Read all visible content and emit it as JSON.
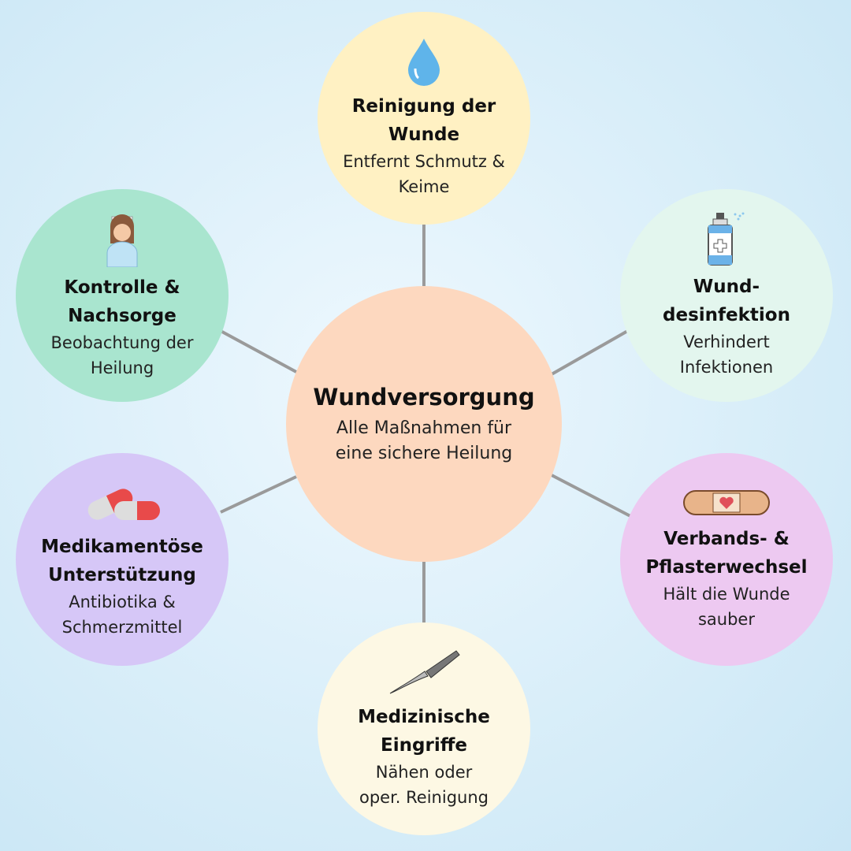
{
  "center": {
    "title": "Wundversorgung",
    "desc": "Alle Maßnahmen für eine sichere Heilung",
    "color": "#fdd8bf"
  },
  "nodes": [
    {
      "title": "Reinigung der Wunde",
      "desc": "Entfernt Schmutz & Keime",
      "icon": "water-drop-icon",
      "color": "#fff1c3"
    },
    {
      "title": "Wund-desinfektion",
      "desc": "Verhindert Infektionen",
      "icon": "disinfectant-spray-icon",
      "color": "#e3f6ee"
    },
    {
      "title": "Verbands- & Pflasterwechsel",
      "desc": "Hält die Wunde sauber",
      "icon": "bandage-icon",
      "color": "#edc9f1"
    },
    {
      "title": "Medizinische Eingriffe",
      "desc": "Nähen oder oper. Reinigung",
      "icon": "scalpel-icon",
      "color": "#fdf8e4"
    },
    {
      "title": "Medikamentöse Unterstützung",
      "desc": "Antibiotika & Schmerzmittel",
      "icon": "pills-icon",
      "color": "#d6c7f7"
    },
    {
      "title": "Kontrolle & Nachsorge",
      "desc": "Beobachtung der Heilung",
      "icon": "nurse-icon",
      "color": "#a9e5cf"
    }
  ]
}
